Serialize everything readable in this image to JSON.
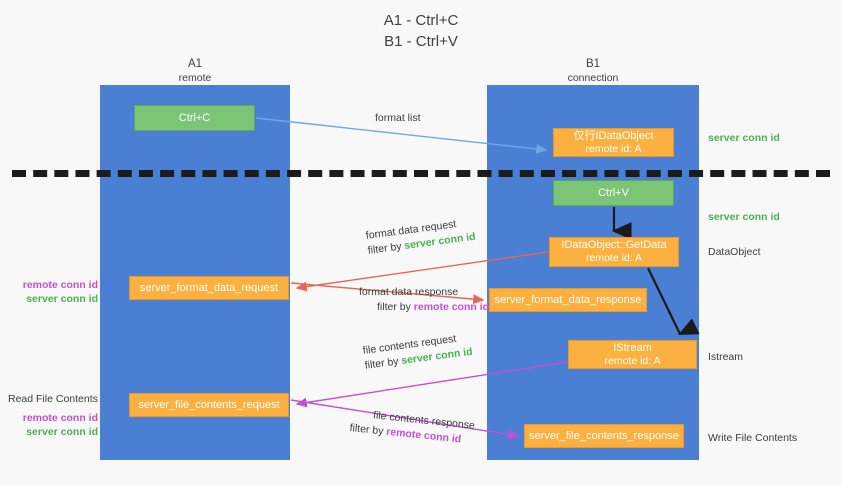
{
  "title": {
    "line1": "A1 - Ctrl+C",
    "line2": "B1 - Ctrl+V"
  },
  "lanes": {
    "a1": {
      "name": "A1",
      "sub": "remote"
    },
    "b1": {
      "name": "B1",
      "sub": "connection"
    }
  },
  "boxes": {
    "ctrl_c": {
      "label": "Ctrl+C"
    },
    "idataobject": {
      "line1": "仅行IDataObject",
      "line2": "remote id: A"
    },
    "ctrl_v": {
      "label": "Ctrl+V"
    },
    "getdata": {
      "line1": "IDataObject::GetData",
      "line2": "remote id: A"
    },
    "server_format_data_request": {
      "label": "server_format_data_request"
    },
    "server_format_data_response": {
      "label": "server_format_data_response"
    },
    "istream": {
      "line1": "IStream",
      "line2": "remote id: A"
    },
    "server_file_contents_request": {
      "label": "server_file_contents_request"
    },
    "server_file_contents_response": {
      "label": "server_file_contents_response"
    }
  },
  "annotations": {
    "server_conn_id": "server conn id",
    "remote_conn_id": "remote conn id",
    "dataobject": "DataObject",
    "istream": "Istream",
    "write_file_contents": "Write File Contents",
    "read_file_contents": "Read File Contents"
  },
  "arrow_labels": {
    "format_list": "format list",
    "format_data_request": "format data request",
    "format_data_response": "format data response",
    "file_contents_request": "file contents request",
    "file_contents_response": "file contents response",
    "filter_by": "filter by"
  },
  "colors": {
    "lane": "#4a7fd4",
    "green_box": "#7cc576",
    "orange_box": "#fbb040",
    "server_conn_id": "#4caf50",
    "remote_conn_id": "#c44fd0",
    "format_list_arrow": "#6aa9e9",
    "format_data_arrow": "#e8655a",
    "file_contents_arrow": "#c44fd0",
    "internal_arrow": "#1a1a1a",
    "divider": "#1c1c1c"
  }
}
